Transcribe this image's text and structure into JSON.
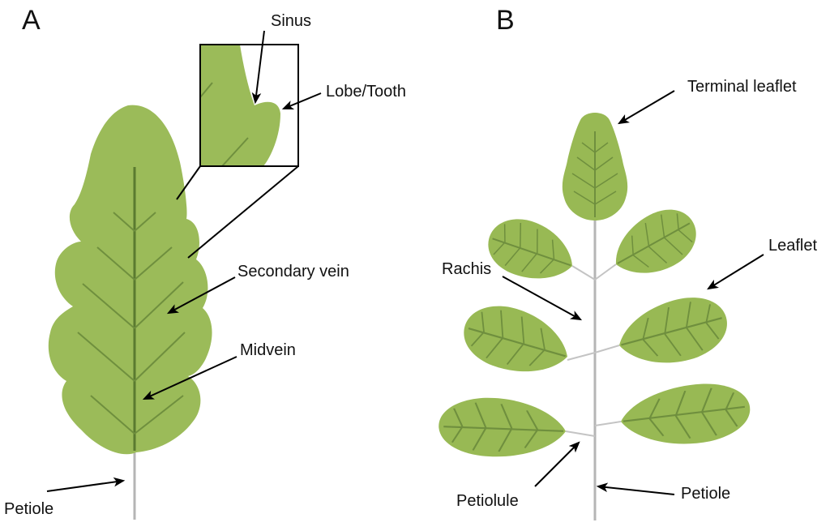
{
  "colors": {
    "leaf_fill": "#9bbb59",
    "leaflet_fill": "#98b954",
    "vein": "#6f8f3e",
    "midvein": "#5a7a30",
    "stalk": "#b5b5b5",
    "arrow": "#000000"
  },
  "panel_a": {
    "letter": "A",
    "labels": {
      "sinus": "Sinus",
      "lobe_tooth": "Lobe/Tooth",
      "secondary_vein": "Secondary vein",
      "midvein": "Midvein",
      "petiole": "Petiole"
    }
  },
  "panel_b": {
    "letter": "B",
    "labels": {
      "terminal_leaflet": "Terminal leaflet",
      "leaflet": "Leaflet",
      "rachis": "Rachis",
      "petiolule": "Petiolule",
      "petiole": "Petiole"
    }
  }
}
